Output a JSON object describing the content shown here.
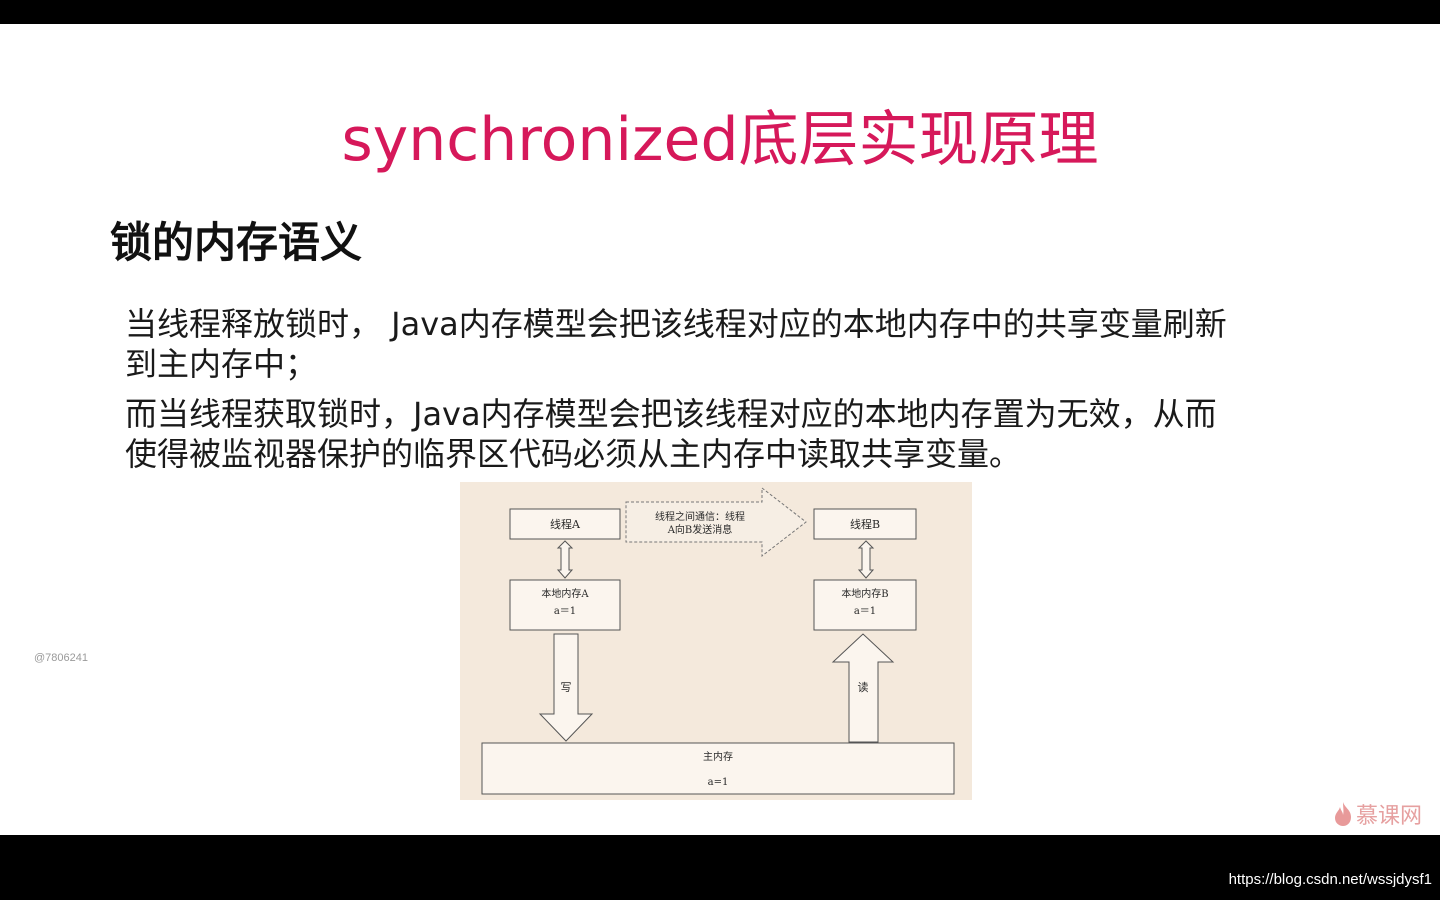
{
  "slide": {
    "title": "synchronized底层实现原理",
    "subtitle": "锁的内存语义",
    "paragraphs": [
      "当线程释放锁时， Java内存模型会把该线程对应的本地内存中的共享变量刷新到主内存中；",
      "而当线程获取锁时，Java内存模型会把该线程对应的本地内存置为无效，从而使得被监视器保护的临界区代码必须从主内存中读取共享变量。"
    ],
    "diagram": {
      "thread_a": "线程A",
      "thread_b": "线程B",
      "communication_line1": "线程之间通信：线程",
      "communication_line2": "A向B发送消息",
      "local_mem_a": "本地内存A",
      "local_mem_a_value": "a＝1",
      "local_mem_b": "本地内存B",
      "local_mem_b_value": "a＝1",
      "write_label": "写",
      "read_label": "读",
      "main_mem": "主内存",
      "main_mem_value": "a=1"
    }
  },
  "overlays": {
    "left_watermark": "@7806241",
    "brand_name": "慕课网",
    "source_url": "https://blog.csdn.net/wssjdysf1"
  },
  "colors": {
    "title": "#d6185a",
    "figure_bg": "#f4e9dc",
    "frame": "#000000"
  }
}
